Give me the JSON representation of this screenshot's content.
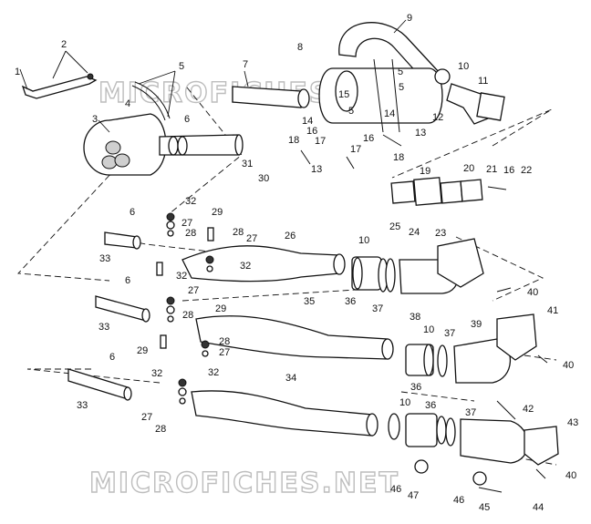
{
  "watermark": {
    "text_top": "MICROFICHES.NET",
    "text_bottom": "MICROFICHES.NET"
  },
  "callouts": [
    {
      "id": "1",
      "text": "1"
    },
    {
      "id": "2",
      "text": "2"
    },
    {
      "id": "3",
      "text": "3"
    },
    {
      "id": "4",
      "text": "4"
    },
    {
      "id": "5a",
      "text": "5"
    },
    {
      "id": "5b",
      "text": "5"
    },
    {
      "id": "5c",
      "text": "5"
    },
    {
      "id": "5d",
      "text": "5"
    },
    {
      "id": "6a",
      "text": "6"
    },
    {
      "id": "6b",
      "text": "6"
    },
    {
      "id": "6c",
      "text": "6"
    },
    {
      "id": "6d",
      "text": "6"
    },
    {
      "id": "7",
      "text": "7"
    },
    {
      "id": "8",
      "text": "8"
    },
    {
      "id": "9",
      "text": "9"
    },
    {
      "id": "10a",
      "text": "10"
    },
    {
      "id": "10b",
      "text": "10"
    },
    {
      "id": "10c",
      "text": "10"
    },
    {
      "id": "10d",
      "text": "10"
    },
    {
      "id": "11",
      "text": "11"
    },
    {
      "id": "12",
      "text": "12"
    },
    {
      "id": "13a",
      "text": "13"
    },
    {
      "id": "13b",
      "text": "13"
    },
    {
      "id": "14a",
      "text": "14"
    },
    {
      "id": "14b",
      "text": "14"
    },
    {
      "id": "15",
      "text": "15"
    },
    {
      "id": "16a",
      "text": "16"
    },
    {
      "id": "16b",
      "text": "16"
    },
    {
      "id": "16c",
      "text": "16"
    },
    {
      "id": "17a",
      "text": "17"
    },
    {
      "id": "17b",
      "text": "17"
    },
    {
      "id": "18a",
      "text": "18"
    },
    {
      "id": "18b",
      "text": "18"
    },
    {
      "id": "19",
      "text": "19"
    },
    {
      "id": "20",
      "text": "20"
    },
    {
      "id": "21",
      "text": "21"
    },
    {
      "id": "22",
      "text": "22"
    },
    {
      "id": "23",
      "text": "23"
    },
    {
      "id": "24",
      "text": "24"
    },
    {
      "id": "25",
      "text": "25"
    },
    {
      "id": "26",
      "text": "26"
    },
    {
      "id": "27a",
      "text": "27"
    },
    {
      "id": "27b",
      "text": "27"
    },
    {
      "id": "27c",
      "text": "27"
    },
    {
      "id": "27d",
      "text": "27"
    },
    {
      "id": "27e",
      "text": "27"
    },
    {
      "id": "28a",
      "text": "28"
    },
    {
      "id": "28b",
      "text": "28"
    },
    {
      "id": "28c",
      "text": "28"
    },
    {
      "id": "28d",
      "text": "28"
    },
    {
      "id": "28e",
      "text": "28"
    },
    {
      "id": "29a",
      "text": "29"
    },
    {
      "id": "29b",
      "text": "29"
    },
    {
      "id": "29c",
      "text": "29"
    },
    {
      "id": "30",
      "text": "30"
    },
    {
      "id": "31",
      "text": "31"
    },
    {
      "id": "32a",
      "text": "32"
    },
    {
      "id": "32b",
      "text": "32"
    },
    {
      "id": "32c",
      "text": "32"
    },
    {
      "id": "32d",
      "text": "32"
    },
    {
      "id": "32e",
      "text": "32"
    },
    {
      "id": "33a",
      "text": "33"
    },
    {
      "id": "33b",
      "text": "33"
    },
    {
      "id": "33c",
      "text": "33"
    },
    {
      "id": "34",
      "text": "34"
    },
    {
      "id": "35",
      "text": "35"
    },
    {
      "id": "36a",
      "text": "36"
    },
    {
      "id": "36b",
      "text": "36"
    },
    {
      "id": "36c",
      "text": "36"
    },
    {
      "id": "37a",
      "text": "37"
    },
    {
      "id": "37b",
      "text": "37"
    },
    {
      "id": "37c",
      "text": "37"
    },
    {
      "id": "38",
      "text": "38"
    },
    {
      "id": "39",
      "text": "39"
    },
    {
      "id": "40a",
      "text": "40"
    },
    {
      "id": "40b",
      "text": "40"
    },
    {
      "id": "40c",
      "text": "40"
    },
    {
      "id": "41",
      "text": "41"
    },
    {
      "id": "42",
      "text": "42"
    },
    {
      "id": "43",
      "text": "43"
    },
    {
      "id": "44",
      "text": "44"
    },
    {
      "id": "45",
      "text": "45"
    },
    {
      "id": "46a",
      "text": "46"
    },
    {
      "id": "46b",
      "text": "46"
    },
    {
      "id": "47",
      "text": "47"
    }
  ]
}
